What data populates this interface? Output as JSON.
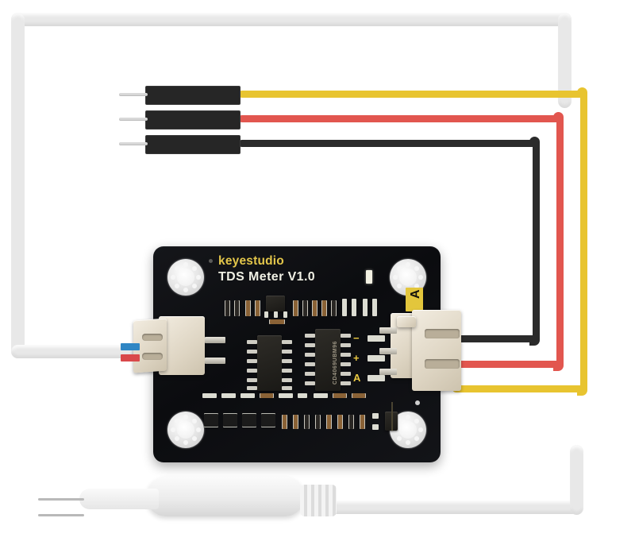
{
  "product": {
    "brand": "keyestudio",
    "model": "TDS Meter  V1.0",
    "marker_label": "A"
  },
  "board": {
    "silkscreen_brand": "keyestudio",
    "silkscreen_model": "TDS Meter  V1.0",
    "brand_color": "#e3c64a",
    "model_color": "#f0f0e4",
    "pcb_color": "#0b0c0f",
    "sticker": {
      "label": "A",
      "bg": "#e3c63c",
      "fg": "#15130c"
    },
    "pin_labels": [
      "−",
      "+",
      "A"
    ],
    "pin_label_color": "#e8c741",
    "ics": [
      {
        "name": "op-amp-ic",
        "marking": ""
      },
      {
        "name": "logic-ic",
        "marking": "CD4069UBM96"
      }
    ]
  },
  "cables": {
    "probe_cable_color": "#e8e8e8",
    "jumper_wires": [
      {
        "name": "signal-wire",
        "color": "#e8c430",
        "label": "yellow"
      },
      {
        "name": "power-wire",
        "color": "#e2564f",
        "label": "red"
      },
      {
        "name": "ground-wire",
        "color": "#2b2b2b",
        "label": "black"
      }
    ],
    "dupont_housing_color": "#262626",
    "dupont_pin_color": "#d9d9d9",
    "probe_lead_stripes": [
      {
        "name": "blue-stripe",
        "color": "#2f86c4"
      },
      {
        "name": "red-stripe",
        "color": "#d9484a"
      }
    ]
  },
  "probe": {
    "body_color": "#efefef",
    "prong_color": "#b9b9b9",
    "prong_count": 2
  }
}
